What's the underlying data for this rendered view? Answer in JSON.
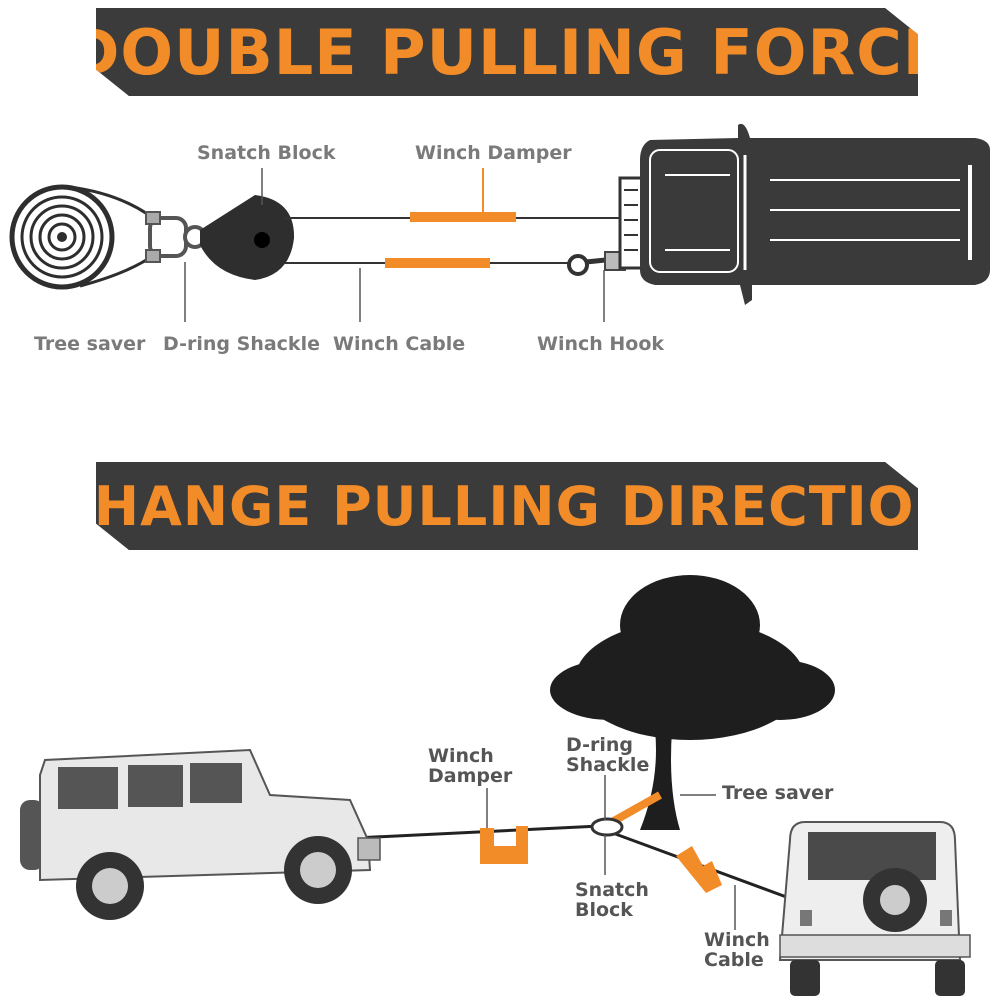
{
  "colors": {
    "accent": "#f28c28",
    "banner": "#3b3b3b",
    "label": "#7a7a7a",
    "ink": "#2e2e2e"
  },
  "section1": {
    "title": "DOUBLE PULLING FORCE",
    "labels": {
      "snatch_block": "Snatch Block",
      "winch_damper": "Winch Damper",
      "tree_saver": "Tree saver",
      "d_ring_shackle": "D-ring Shackle",
      "winch_cable": "Winch Cable",
      "winch_hook": "Winch Hook"
    }
  },
  "section2": {
    "title": "CHANGE PULLING DIRECTION",
    "labels": {
      "winch_damper_1": "Winch",
      "winch_damper_2": "Damper",
      "d_ring_1": "D-ring",
      "d_ring_2": "Shackle",
      "tree_saver": "Tree saver",
      "snatch_1": "Snatch",
      "snatch_2": "Block",
      "cable_1": "Winch",
      "cable_2": "Cable"
    }
  }
}
